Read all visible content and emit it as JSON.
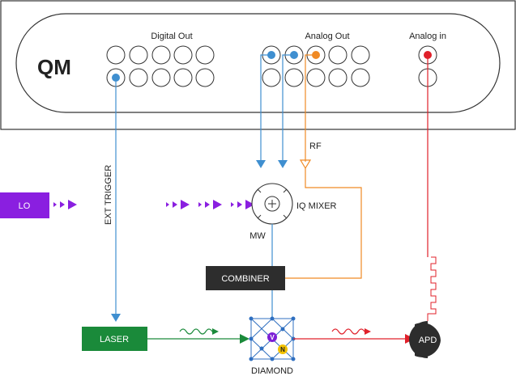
{
  "device": {
    "logo": "QM",
    "digital_out_label": "Digital Out",
    "analog_out_label": "Analog Out",
    "analog_in_label": "Analog in"
  },
  "labels": {
    "ext_trigger": "EXT TRIGGER",
    "rf": "RF",
    "lo": "LO",
    "iq_mixer": "IQ MIXER",
    "mw": "MW",
    "combiner": "COMBINER",
    "laser": "LASER",
    "diamond": "DIAMOND",
    "apd": "APD",
    "center_v": "V",
    "center_n": "N"
  },
  "colors": {
    "digital_blue": "#3f8fd0",
    "rf_orange": "#f08a24",
    "lo_purple": "#8a1fe0",
    "laser_green": "#1a8a3a",
    "signal_red": "#e0202a",
    "dark_box": "#2d2d2d",
    "vacancy_purple": "#7b1fd6",
    "nitrogen_yellow": "#f2c200",
    "lattice_blue": "#2f6fc0"
  },
  "icons": {
    "mixer": "iq-mixer-icon",
    "logo": "qm-logo-icon"
  }
}
